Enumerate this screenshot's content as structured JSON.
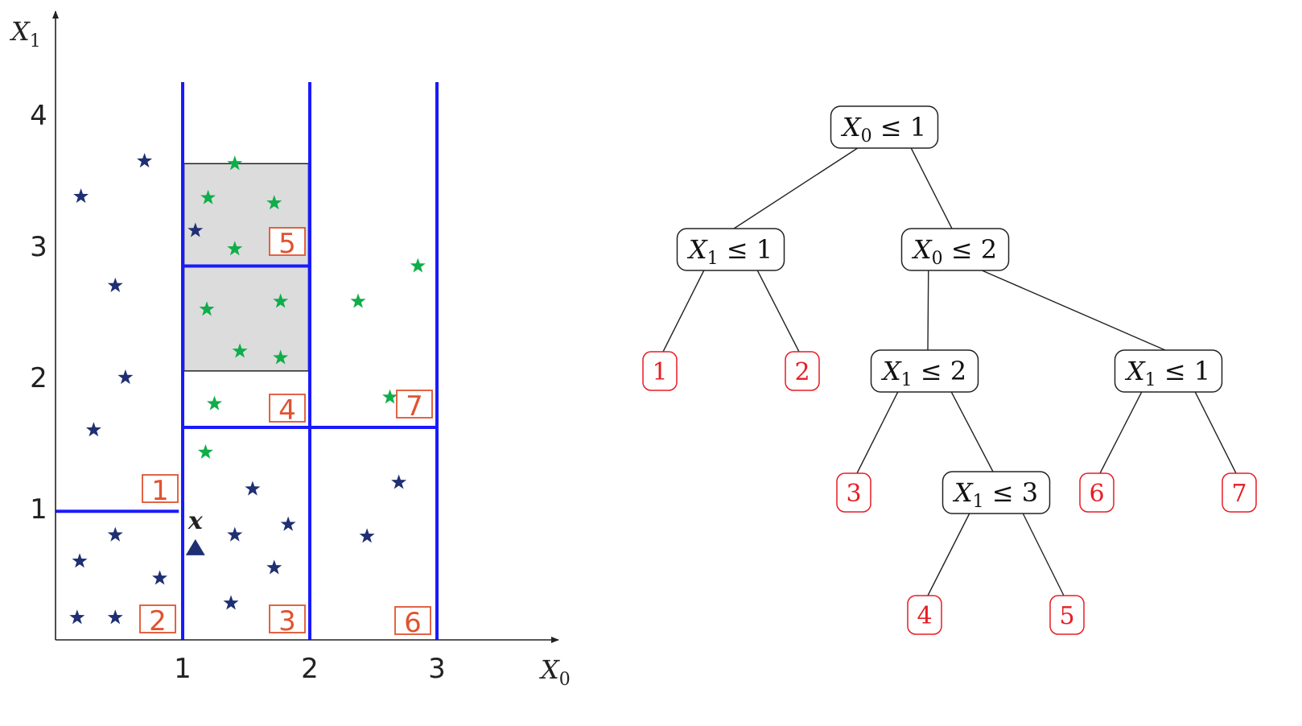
{
  "colors": {
    "boundary": "#1a1aff",
    "shaded_region": "#dcdcdc",
    "class_dark": "#1f2f73",
    "class_green": "#0fae4a",
    "region_label": "#e0532f",
    "leaf_label": "#e81c24",
    "axis": "#222222"
  },
  "scatter": {
    "axis_x": {
      "var": "X",
      "sub": "0",
      "ticks": [
        "1",
        "2",
        "3"
      ]
    },
    "axis_y": {
      "var": "X",
      "sub": "1",
      "ticks": [
        "1",
        "2",
        "3",
        "4"
      ]
    },
    "regions": [
      "1",
      "2",
      "3",
      "4",
      "5",
      "6",
      "7"
    ],
    "query_point": {
      "label": "x",
      "x": 1.1,
      "y": 0.7
    },
    "points": [
      {
        "x": 0.7,
        "y": 3.65,
        "cls": "dark"
      },
      {
        "x": 0.2,
        "y": 3.38,
        "cls": "dark"
      },
      {
        "x": 0.47,
        "y": 2.7,
        "cls": "dark"
      },
      {
        "x": 0.55,
        "y": 2.0,
        "cls": "dark"
      },
      {
        "x": 0.3,
        "y": 1.6,
        "cls": "dark"
      },
      {
        "x": 0.47,
        "y": 0.8,
        "cls": "dark"
      },
      {
        "x": 0.19,
        "y": 0.6,
        "cls": "dark"
      },
      {
        "x": 0.82,
        "y": 0.47,
        "cls": "dark"
      },
      {
        "x": 0.17,
        "y": 0.17,
        "cls": "dark"
      },
      {
        "x": 0.47,
        "y": 0.17,
        "cls": "dark"
      },
      {
        "x": 1.41,
        "y": 3.63,
        "cls": "green"
      },
      {
        "x": 1.2,
        "y": 3.37,
        "cls": "green"
      },
      {
        "x": 1.72,
        "y": 3.33,
        "cls": "green"
      },
      {
        "x": 1.1,
        "y": 3.12,
        "cls": "dark"
      },
      {
        "x": 1.41,
        "y": 2.98,
        "cls": "green"
      },
      {
        "x": 1.19,
        "y": 2.52,
        "cls": "green"
      },
      {
        "x": 1.77,
        "y": 2.58,
        "cls": "green"
      },
      {
        "x": 1.45,
        "y": 2.2,
        "cls": "green"
      },
      {
        "x": 1.77,
        "y": 2.15,
        "cls": "green"
      },
      {
        "x": 1.25,
        "y": 1.8,
        "cls": "green"
      },
      {
        "x": 1.18,
        "y": 1.43,
        "cls": "green"
      },
      {
        "x": 1.55,
        "y": 1.15,
        "cls": "dark"
      },
      {
        "x": 1.41,
        "y": 0.8,
        "cls": "dark"
      },
      {
        "x": 1.83,
        "y": 0.88,
        "cls": "dark"
      },
      {
        "x": 1.72,
        "y": 0.55,
        "cls": "dark"
      },
      {
        "x": 1.38,
        "y": 0.28,
        "cls": "dark"
      },
      {
        "x": 2.85,
        "y": 2.85,
        "cls": "green"
      },
      {
        "x": 2.38,
        "y": 2.58,
        "cls": "green"
      },
      {
        "x": 2.63,
        "y": 1.85,
        "cls": "green"
      },
      {
        "x": 2.7,
        "y": 1.2,
        "cls": "dark"
      },
      {
        "x": 2.45,
        "y": 0.79,
        "cls": "dark"
      }
    ]
  },
  "tree": {
    "nodes": [
      {
        "id": "root",
        "kind": "split",
        "var": "X",
        "sub": "0",
        "op": "≤",
        "thr": "1"
      },
      {
        "id": "n_l",
        "kind": "split",
        "var": "X",
        "sub": "1",
        "op": "≤",
        "thr": "1"
      },
      {
        "id": "n_r",
        "kind": "split",
        "var": "X",
        "sub": "0",
        "op": "≤",
        "thr": "2"
      },
      {
        "id": "n_rl",
        "kind": "split",
        "var": "X",
        "sub": "1",
        "op": "≤",
        "thr": "2"
      },
      {
        "id": "n_rr",
        "kind": "split",
        "var": "X",
        "sub": "1",
        "op": "≤",
        "thr": "1"
      },
      {
        "id": "n_rlr",
        "kind": "split",
        "var": "X",
        "sub": "1",
        "op": "≤",
        "thr": "3"
      },
      {
        "id": "leaf1",
        "kind": "leaf",
        "label": "1"
      },
      {
        "id": "leaf2",
        "kind": "leaf",
        "label": "2"
      },
      {
        "id": "leaf3",
        "kind": "leaf",
        "label": "3"
      },
      {
        "id": "leaf4",
        "kind": "leaf",
        "label": "4"
      },
      {
        "id": "leaf5",
        "kind": "leaf",
        "label": "5"
      },
      {
        "id": "leaf6",
        "kind": "leaf",
        "label": "6"
      },
      {
        "id": "leaf7",
        "kind": "leaf",
        "label": "7"
      }
    ],
    "edges": [
      [
        "root",
        "n_l"
      ],
      [
        "root",
        "n_r"
      ],
      [
        "n_l",
        "leaf1"
      ],
      [
        "n_l",
        "leaf2"
      ],
      [
        "n_r",
        "n_rl"
      ],
      [
        "n_r",
        "n_rr"
      ],
      [
        "n_rl",
        "leaf3"
      ],
      [
        "n_rl",
        "n_rlr"
      ],
      [
        "n_rlr",
        "leaf4"
      ],
      [
        "n_rlr",
        "leaf5"
      ],
      [
        "n_rr",
        "leaf6"
      ],
      [
        "n_rr",
        "leaf7"
      ]
    ]
  }
}
